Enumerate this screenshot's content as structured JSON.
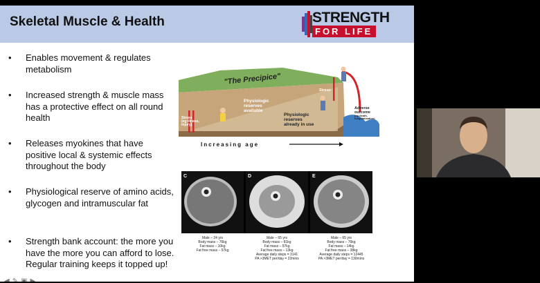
{
  "slide": {
    "title": "Skeletal Muscle & Health",
    "logo": {
      "word": "STRENGTH",
      "sub": "FOR LIFE"
    },
    "bullets": [
      "Enables movement & regulates metabolism",
      "Increased strength & muscle mass has a protective effect on all round health",
      "Releases myokines that have positive local & systemic effects throughout the body",
      "Physiological reserve of amino acids, glycogen and intramuscular fat",
      "Strength bank account: the more you have the more you can afford to lose. Regular training keeps it topped up!"
    ],
    "illustration": {
      "cliff_label": "\"The Precipice\"",
      "reserves_available": [
        "Physiologic",
        "reserves",
        "available"
      ],
      "reserves_in_use": [
        "Physiologic",
        "reserves",
        "already in use"
      ],
      "stress_left": [
        "Stress",
        "(eg illness,",
        "injury)"
      ],
      "stress_right": "Stress",
      "adverse": [
        "Adverse",
        "outcome",
        "(eg death,",
        "hospitalisation)"
      ],
      "axis_label": "Increasing age"
    },
    "mri": {
      "panels": [
        {
          "letter": "C",
          "caption": [
            "Male – 24 yrs",
            "Body mass – 76kg",
            "Fat mass – 10kg",
            "Fat free mass – 57kg"
          ]
        },
        {
          "letter": "D",
          "caption": [
            "Male – 65 yrs",
            "Body mass – 81kg",
            "Fat mass – 57kg",
            "Fat free mass – 13kg",
            "Average daily steps = 3141",
            "PA >3MET per/day = 22mins"
          ]
        },
        {
          "letter": "E",
          "caption": [
            "Male – 65 yrs",
            "Body mass – 76kg",
            "Fat mass – 14kg",
            "Fat free mass – 38kg",
            "Average daily steps = 12445",
            "PA >3MET per/day = 130mins"
          ]
        }
      ]
    }
  },
  "colors": {
    "header": "#b9c9e6",
    "brand_red": "#c8102e",
    "arrow_red": "#d0262b"
  }
}
